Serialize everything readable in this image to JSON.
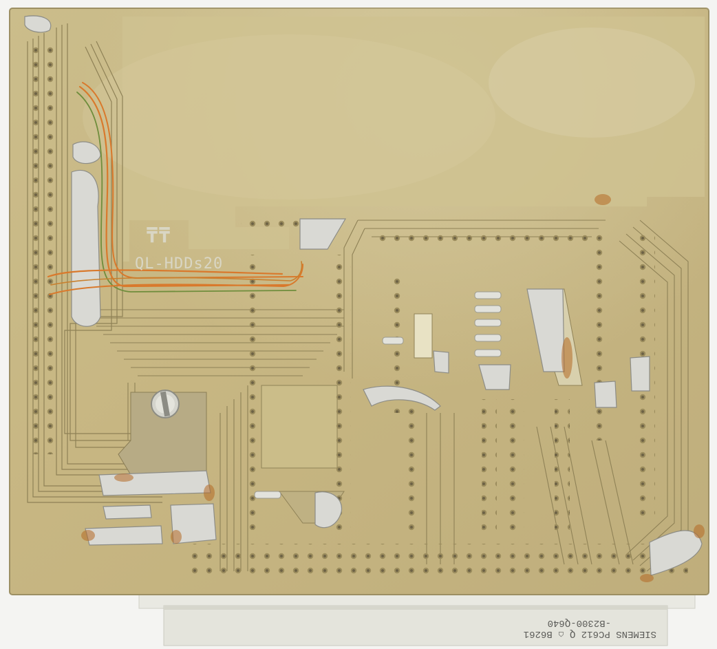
{
  "board": {
    "silkscreen_label": "QL-HDDs20",
    "logo_glyph": "₸₸"
  },
  "connector": {
    "line1": "SIEMENS  PC612  Q     ⌂   B6261",
    "line2": "-B2300-Q640"
  },
  "colors": {
    "board": "#c9ba86",
    "board_dark": "#a59766",
    "copper_pour": "#cdbf8c",
    "bare_area": "#b9ad86",
    "trace": "#c3b37f",
    "trace_edge": "#8f8257",
    "solder": "#dcdcd6",
    "flux": "#b76a22",
    "wire_orange": "#d9792c",
    "wire_green": "#6f8d3c",
    "connector_body": "#e6e6de"
  }
}
